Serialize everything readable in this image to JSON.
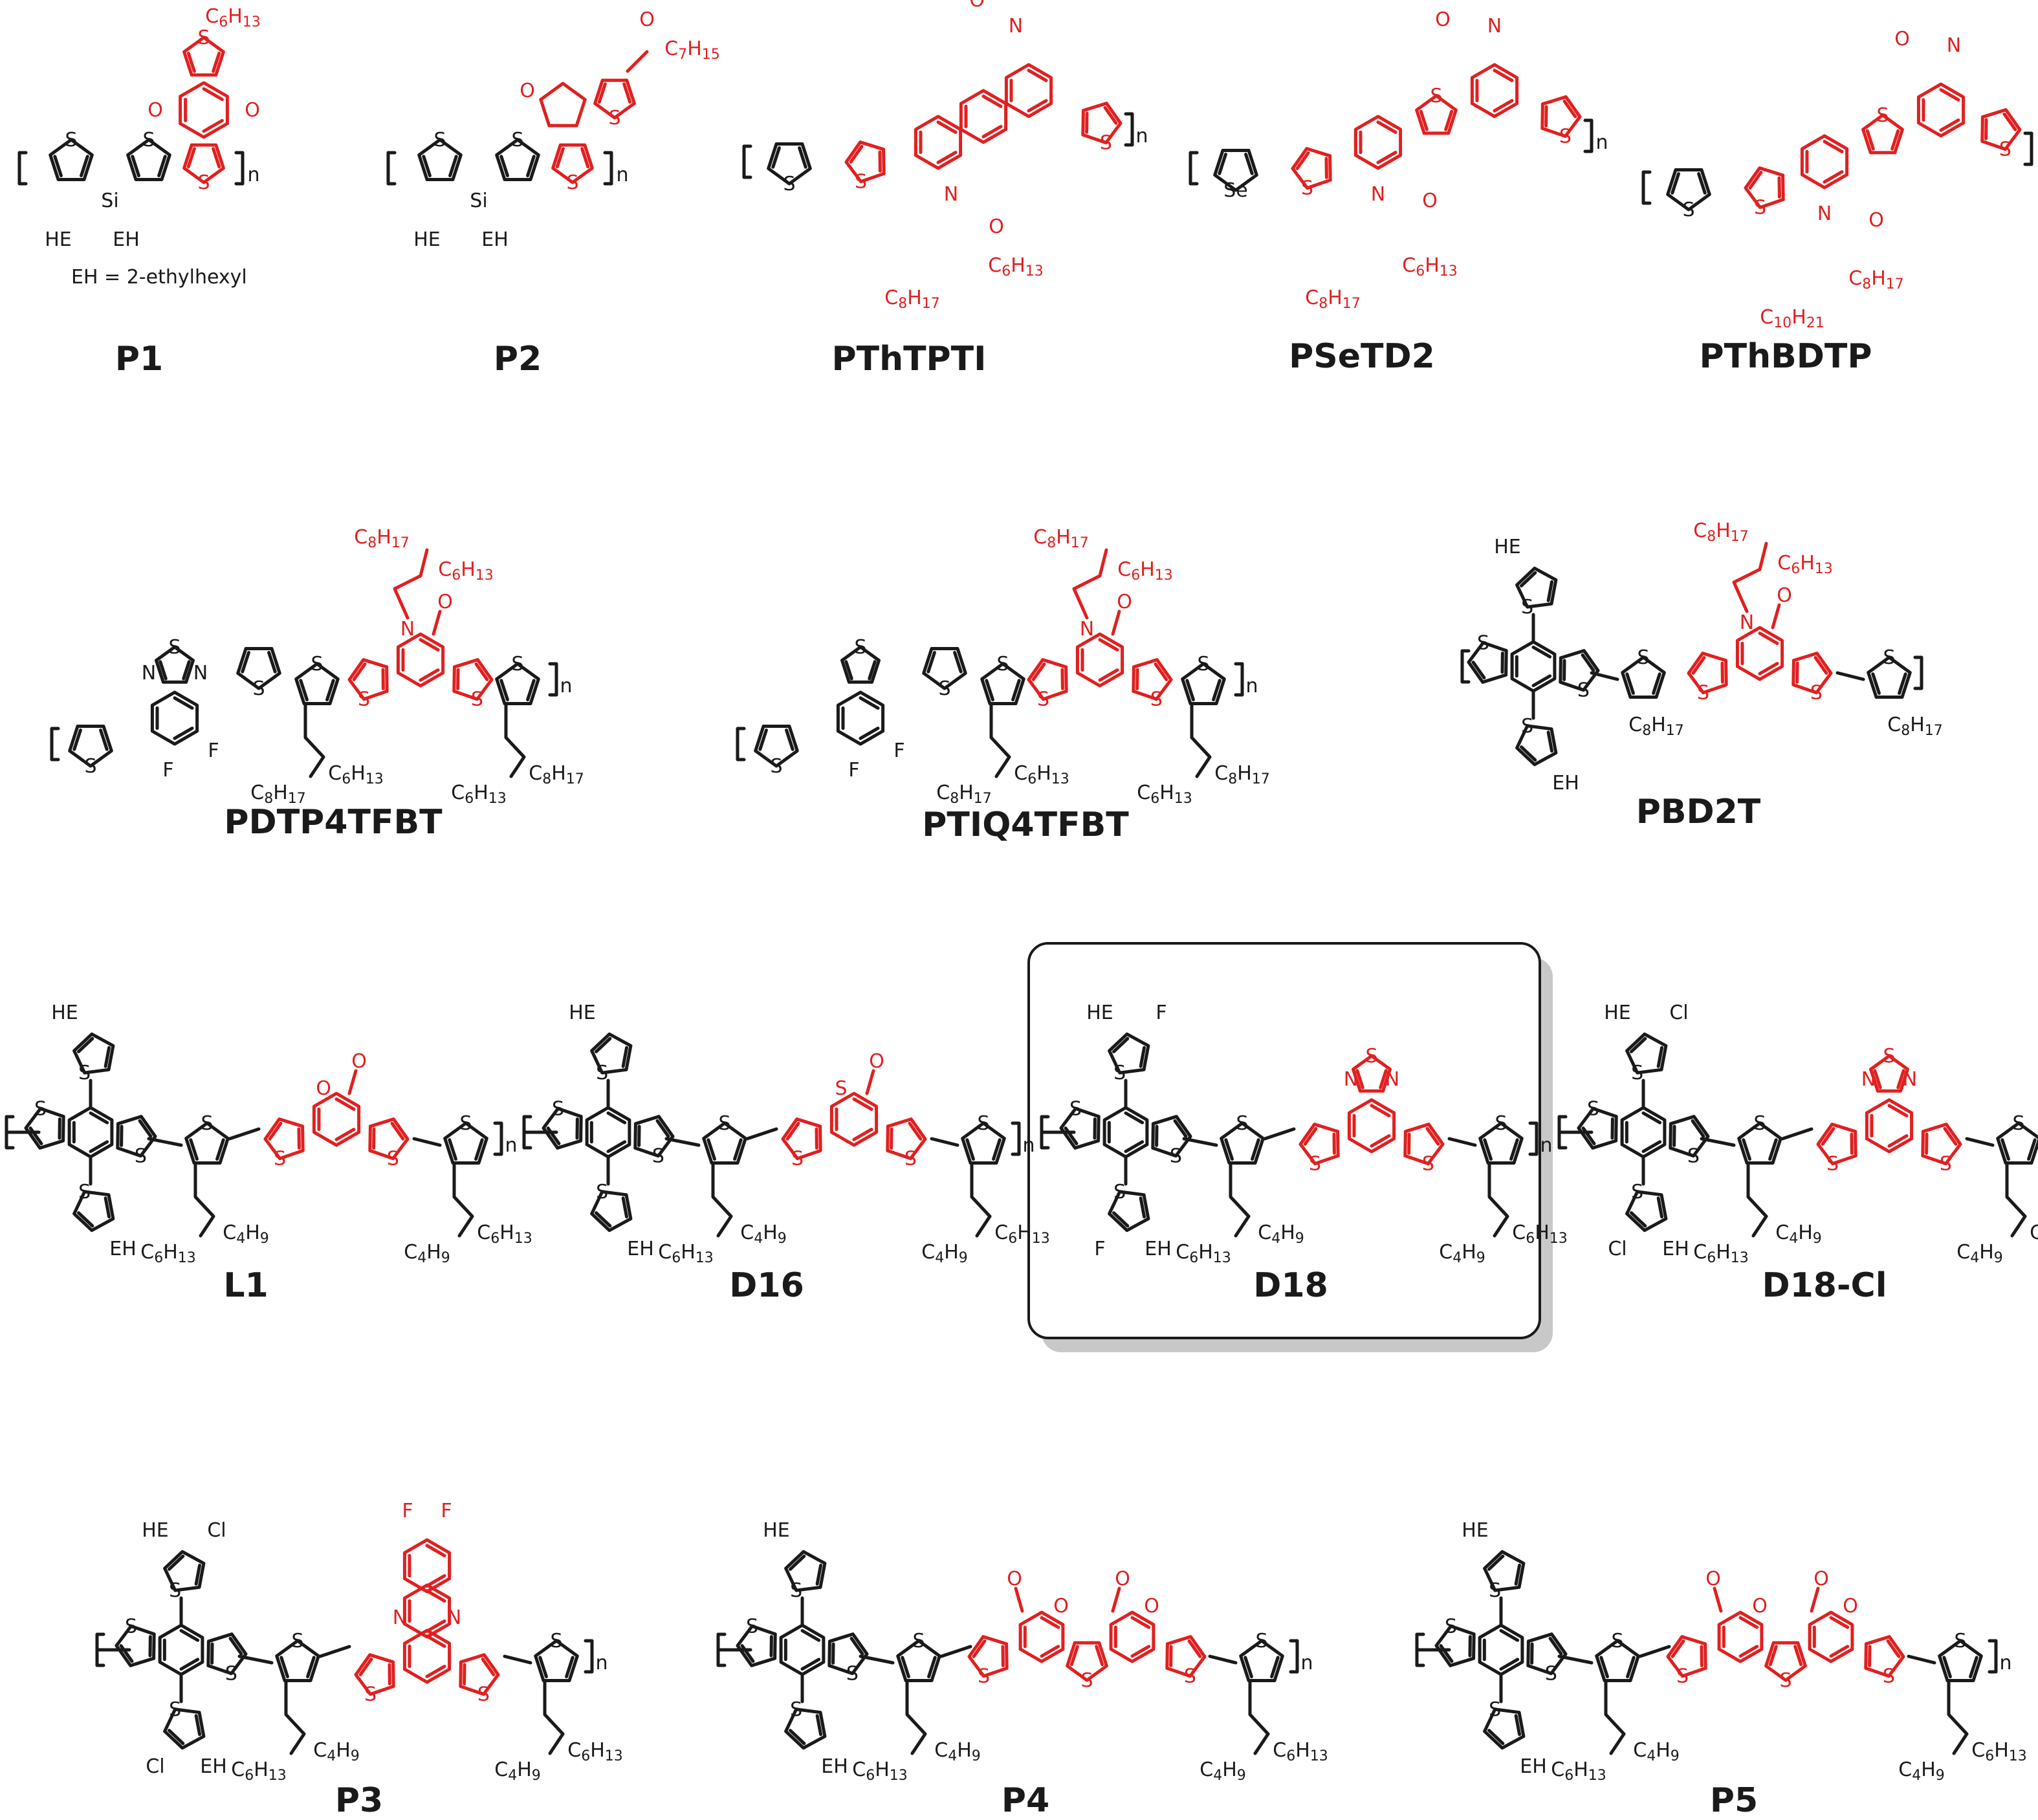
{
  "footnote": "EH = 2-ethylhexyl",
  "compounds": [
    {
      "label": "P1"
    },
    {
      "label": "P2"
    },
    {
      "label": "PThTPTI"
    },
    {
      "label": "PSeTD2"
    },
    {
      "label": "PThBDTP"
    },
    {
      "label": "PDTP4TFBT"
    },
    {
      "label": "PTIQ4TFBT"
    },
    {
      "label": "PBD2T"
    },
    {
      "label": "L1"
    },
    {
      "label": "D16"
    },
    {
      "label": "D18"
    },
    {
      "label": "D18-Cl"
    },
    {
      "label": "P3"
    },
    {
      "label": "P4"
    },
    {
      "label": "P5"
    }
  ],
  "atoms": {
    "S": "S",
    "Se": "Se",
    "Si": "Si",
    "N": "N",
    "O": "O",
    "F": "F",
    "Cl": "Cl",
    "HE": "HE",
    "EH": "EH",
    "n": "n",
    "C6H13": "C6H13",
    "C8H17": "C8H17",
    "C10H21": "C10H21",
    "C4H9": "C4H9",
    "C7H15": "C7H15"
  },
  "colors": {
    "donor": "#1a1a1a",
    "acceptor": "#e02020",
    "highlight_border": "#1a1a1a",
    "shadow": "#c8c8c8"
  },
  "highlighted": "D18"
}
